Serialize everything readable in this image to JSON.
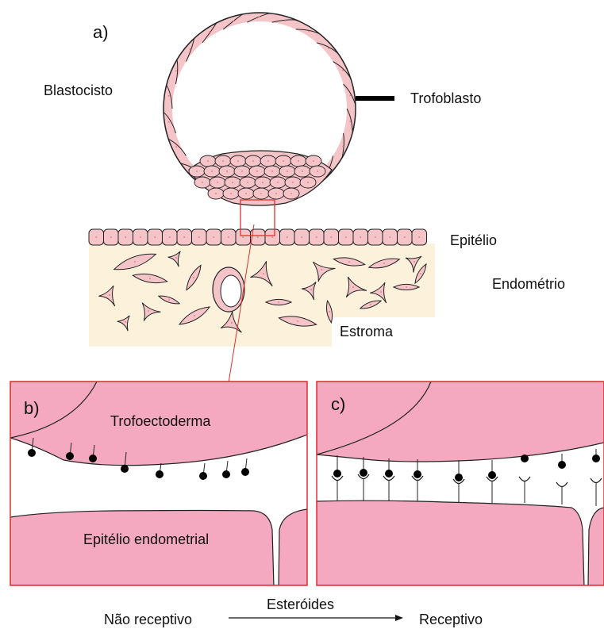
{
  "labels": {
    "panel_a": "a)",
    "panel_b": "b)",
    "panel_c": "c)",
    "blastocyst": "Blastocisto",
    "trophoblast": "Trofoblasto",
    "epithelium": "Epitélio",
    "endometrium": "Endométrio",
    "stroma": "Estroma",
    "trophectoderm": "Trofoectoderma",
    "endometrial_epithelium": "Epitélio endometrial",
    "non_receptive": "Não receptivo",
    "steroids": "Esteróides",
    "receptive": "Receptivo"
  },
  "colors": {
    "cell_pink": "#f5c4c8",
    "tissue_pink": "#f4a9c1",
    "stroma_bg": "#fcf2dc",
    "outline": "#222222",
    "zoom_box": "#e03030",
    "arrow_red": "#e03030",
    "ligand": "#000000"
  }
}
